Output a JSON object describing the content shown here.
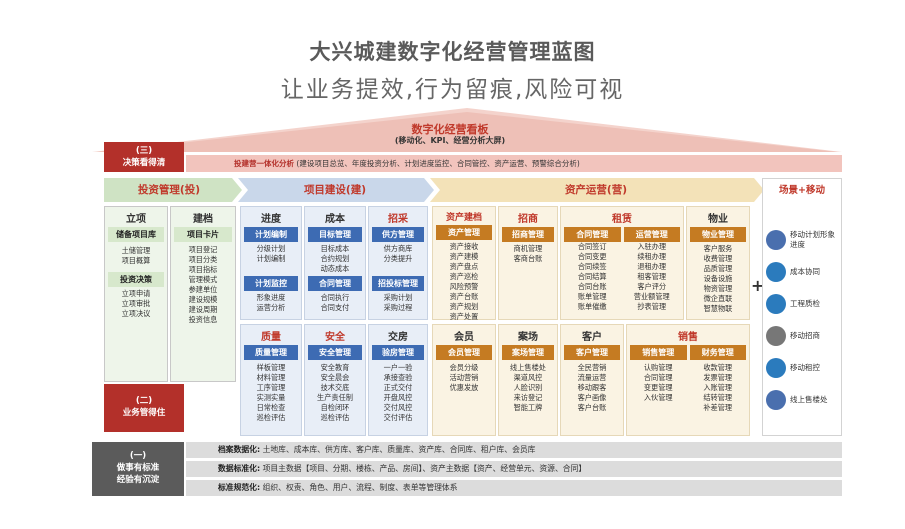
{
  "title": "大兴城建数字化经营管理蓝图",
  "subtitle": "让业务提效,行为留痕,风险可视",
  "roof": {
    "title": "数字化经营看板",
    "subtitle": "(移动化、KPI、经营分析大屏)"
  },
  "level3": {
    "num": "(三)",
    "label": "决策看得清",
    "bar_head": "投建营一体化分析",
    "bar_text": "(建设项目总览、年度投资分析、计划进度监控、合同管控、资产运营、预警综合分析)"
  },
  "level2": {
    "num": "(二)",
    "label": "业务管得住"
  },
  "level1": {
    "num": "(一)",
    "label1": "做事有标准",
    "label2": "经验有沉淀"
  },
  "arrows": {
    "invest": "投资管理(投)",
    "build": "项目建设(建)",
    "operate": "资产运营(营)",
    "scene": "场景+移动"
  },
  "invest": {
    "lixiang": {
      "title": "立项",
      "sec1": "储备项目库",
      "sec1_items": [
        "土储管理",
        "项目概算"
      ],
      "sec2": "投资决策",
      "sec2_items": [
        "立项申请",
        "立项审批",
        "立项决议"
      ]
    },
    "jiandang": {
      "title": "建档",
      "sec1": "项目卡片",
      "items": [
        "项目登记",
        "项目分类",
        "项目指标",
        "管理模式",
        "参建单位",
        "建设规模",
        "建设周期",
        "投资信息"
      ]
    }
  },
  "build": {
    "jindu": {
      "title": "进度",
      "sec1": "计划编制",
      "sec1_items": [
        "分级计划",
        "计划编制"
      ],
      "sec2": "计划监控",
      "sec2_items": [
        "形象进度",
        "运营分析"
      ]
    },
    "chengben": {
      "title": "成本",
      "sec1": "目标管理",
      "sec1_items": [
        "目标成本",
        "合约规划",
        "动态成本"
      ],
      "sec2": "合同管理",
      "sec2_items": [
        "合同执行",
        "合同支付"
      ]
    },
    "zhaocai": {
      "title": "招采",
      "sec1": "供方管理",
      "sec1_items": [
        "供方商库",
        "分类提升"
      ],
      "sec2": "招投标管理",
      "sec2_items": [
        "采购计划",
        "采购过程"
      ]
    },
    "zhiliang": {
      "title": "质量",
      "sec1": "质量管理",
      "items": [
        "样板管理",
        "材料管理",
        "工序管理",
        "实测实量",
        "日常检查",
        "巡检评估"
      ]
    },
    "anquan": {
      "title": "安全",
      "sec1": "安全管理",
      "items": [
        "安全教育",
        "安全晨会",
        "技术交底",
        "生产责任制",
        "自检闭环",
        "巡检评估"
      ]
    },
    "jiaofang": {
      "title": "交房",
      "sec1": "验房管理",
      "items": [
        "一户一验",
        "承接查验",
        "正式交付",
        "开盘风控",
        "交付风控",
        "交付评估"
      ]
    }
  },
  "operate": {
    "zichan": {
      "title": "资产建档",
      "sec1": "资产管理",
      "items": [
        "资产接收",
        "资产建模",
        "资产盘点",
        "资产巡检",
        "风险预警",
        "资产台账",
        "资产规划",
        "资产处置"
      ]
    },
    "zhaoshang": {
      "title": "招商",
      "sec1": "招商管理",
      "items": [
        "商机管理",
        "客商台账"
      ]
    },
    "zulin": {
      "title": "租赁",
      "sec1": "合同管理",
      "sec1_items": [
        "合同签订",
        "合同变更",
        "合同续签",
        "合同结算",
        "合同台账",
        "账单管理",
        "账单催缴"
      ],
      "sec2": "运营管理",
      "sec2_items": [
        "入驻办理",
        "续租办理",
        "退租办理",
        "租客管理",
        "客户评分",
        "营业额管理",
        "抄表管理"
      ]
    },
    "wuye": {
      "title": "物业",
      "sec1": "物业管理",
      "items": [
        "客户服务",
        "收费管理",
        "品质管理",
        "设备设施",
        "物资管理",
        "微企直联",
        "智慧物联"
      ]
    },
    "huiyuan": {
      "title": "会员",
      "sec1": "会员管理",
      "items": [
        "会员分级",
        "活动营销",
        "优惠发放"
      ]
    },
    "anchang": {
      "title": "案场",
      "sec1": "案场管理",
      "items": [
        "线上售楼处",
        "渠道风控",
        "人脸识别",
        "来访登记",
        "智能工牌"
      ]
    },
    "kehu": {
      "title": "客户",
      "sec1": "客户管理",
      "items": [
        "全民营销",
        "流量运营",
        "移动跟客",
        "客户画像",
        "客户台账"
      ]
    },
    "xiaoshou": {
      "title": "销售",
      "sec1": "销售管理",
      "sec1_items": [
        "认购管理",
        "合同管理",
        "变更管理",
        "入伙管理"
      ],
      "sec2": "财务管理",
      "sec2_items": [
        "收款管理",
        "发票管理",
        "入账管理",
        "结转管理",
        "补差管理"
      ]
    }
  },
  "plus": "+",
  "scenes": [
    {
      "label": "移动计划形象进度",
      "icon": "link-icon",
      "color": "#4a6fae"
    },
    {
      "label": "成本协同",
      "icon": "grid-icon",
      "color": "#2b7bbd"
    },
    {
      "label": "工程质检",
      "icon": "grid-icon",
      "color": "#2b7bbd"
    },
    {
      "label": "移动招商",
      "icon": "link-icon",
      "color": "#777777"
    },
    {
      "label": "移动租控",
      "icon": "grid-icon",
      "color": "#2b7bbd"
    },
    {
      "label": "线上售楼处",
      "icon": "link-icon",
      "color": "#4a6fae"
    }
  ],
  "bottom_rows": [
    {
      "head": "档案数据化:",
      "text": "土地库、成本库、供方库、客户库、质量库、资产库、合同库、租户库、会员库"
    },
    {
      "head": "数据标准化:",
      "text": "项目主数据【项目、分期、楼栋、产品、房间】、资产主数据【资产、经营单元、资源、合同】"
    },
    {
      "head": "标准规范化:",
      "text": "组织、权责、角色、用户、流程、制度、表单等管理体系"
    }
  ]
}
